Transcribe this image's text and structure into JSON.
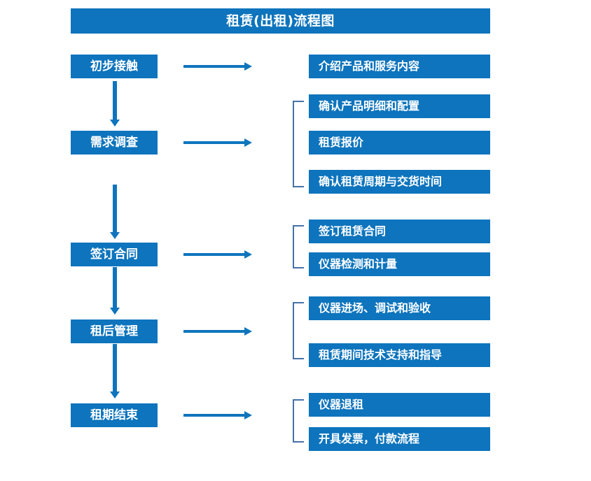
{
  "diagram": {
    "title": "租赁(出租)流程图",
    "colors": {
      "box_fill": "#0d74bd",
      "box_text": "#ffffff",
      "arrow": "#0e75bd",
      "bracket": "#4472a8",
      "background": "#ffffff"
    },
    "stages": [
      {
        "id": "stage-1",
        "label": "初步接触"
      },
      {
        "id": "stage-2",
        "label": "需求调查"
      },
      {
        "id": "stage-3",
        "label": "签订合同"
      },
      {
        "id": "stage-4",
        "label": "租后管理"
      },
      {
        "id": "stage-5",
        "label": "租期结束"
      }
    ],
    "details": [
      {
        "id": "detail-1-1",
        "label": "介绍产品和服务内容"
      },
      {
        "id": "detail-2-1",
        "label": "确认产品明细和配置"
      },
      {
        "id": "detail-2-2",
        "label": "租赁报价"
      },
      {
        "id": "detail-2-3",
        "label": "确认租赁周期与交货时间"
      },
      {
        "id": "detail-3-1",
        "label": "签订租赁合同"
      },
      {
        "id": "detail-3-2",
        "label": "仪器检测和计量"
      },
      {
        "id": "detail-4-1",
        "label": "仪器进场、调试和验收"
      },
      {
        "id": "detail-4-2",
        "label": "租赁期间技术支持和指导"
      },
      {
        "id": "detail-5-1",
        "label": "仪器退租"
      },
      {
        "id": "detail-5-2",
        "label": "开具发票，付款流程"
      }
    ]
  }
}
